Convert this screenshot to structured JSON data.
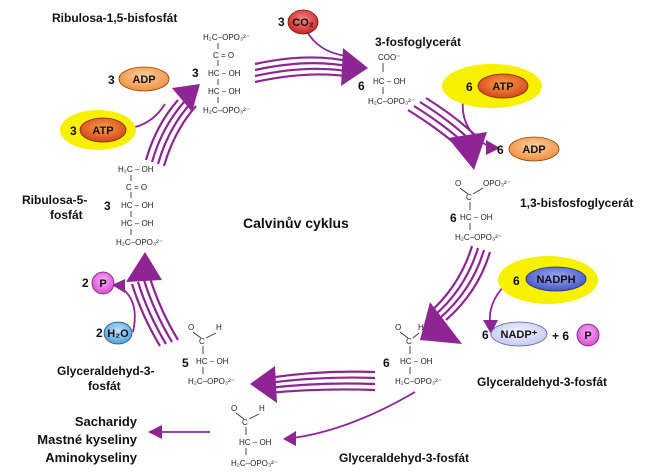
{
  "center_title": "Calvinův cyklus",
  "labels": {
    "rubp": "Ribulosa-1,5-bisfosfát",
    "pga": "3-fosfoglycerát",
    "bpg": "1,3-bisfosfoglycerát",
    "g3p_right": "Glyceraldehyd-3-fosfát",
    "g3p_bottom": "Glyceraldehyd-3-fosfát",
    "g3p_left_1": "Glyceraldehyd-3-",
    "g3p_left_2": "fosfát",
    "ru5p_1": "Ribulosa-5-",
    "ru5p_2": "fosfát"
  },
  "coefficients": {
    "co2": "3",
    "rubp": "3",
    "pga": "6",
    "atp_right": "6",
    "adp_right": "6",
    "bpg": "6",
    "nadph": "6",
    "nadp": "6",
    "pi_out": "6",
    "g3p_right": "6",
    "g3p_left": "5",
    "ru5p": "3",
    "atp_left": "3",
    "adp_left": "3",
    "pi_in": "2",
    "h2o": "2"
  },
  "molecules": {
    "co2": "CO₂",
    "atp": "ATP",
    "adp": "ADP",
    "nadph": "NADPH",
    "nadp": "NADP⁺",
    "pi": "P",
    "h2o": "H₂O",
    "plus": "+ 6"
  },
  "chem": {
    "ch2opo3": "H₂C–OPO₃²⁻",
    "opo3": "OPO₃²⁻",
    "opo3_short": "OPO₃",
    "choh": "HC – OH",
    "hcoh": "HC – OH",
    "c_o": "C = O",
    "h2coh": "H₂C – OH",
    "coo": "COO⁻",
    "hc": "HC",
    "oh": "OH",
    "c": "C",
    "o": "O",
    "h": "H",
    "charge": "2−"
  },
  "products": [
    "Sacharidy",
    "Mastné kyseliny",
    "Aminokyseliny"
  ],
  "colors": {
    "arrow": "#8e2595",
    "atp_fill": "#e8551a",
    "adp_fill": "#f4a25a",
    "halo": "#f7f000",
    "co2_fill": "#d8322e",
    "nadph_fill": "#5b6fd8",
    "nadp_fill": "#d9dcfa",
    "pi_fill": "#e86ae0",
    "h2o_fill": "#6ab6e8"
  }
}
